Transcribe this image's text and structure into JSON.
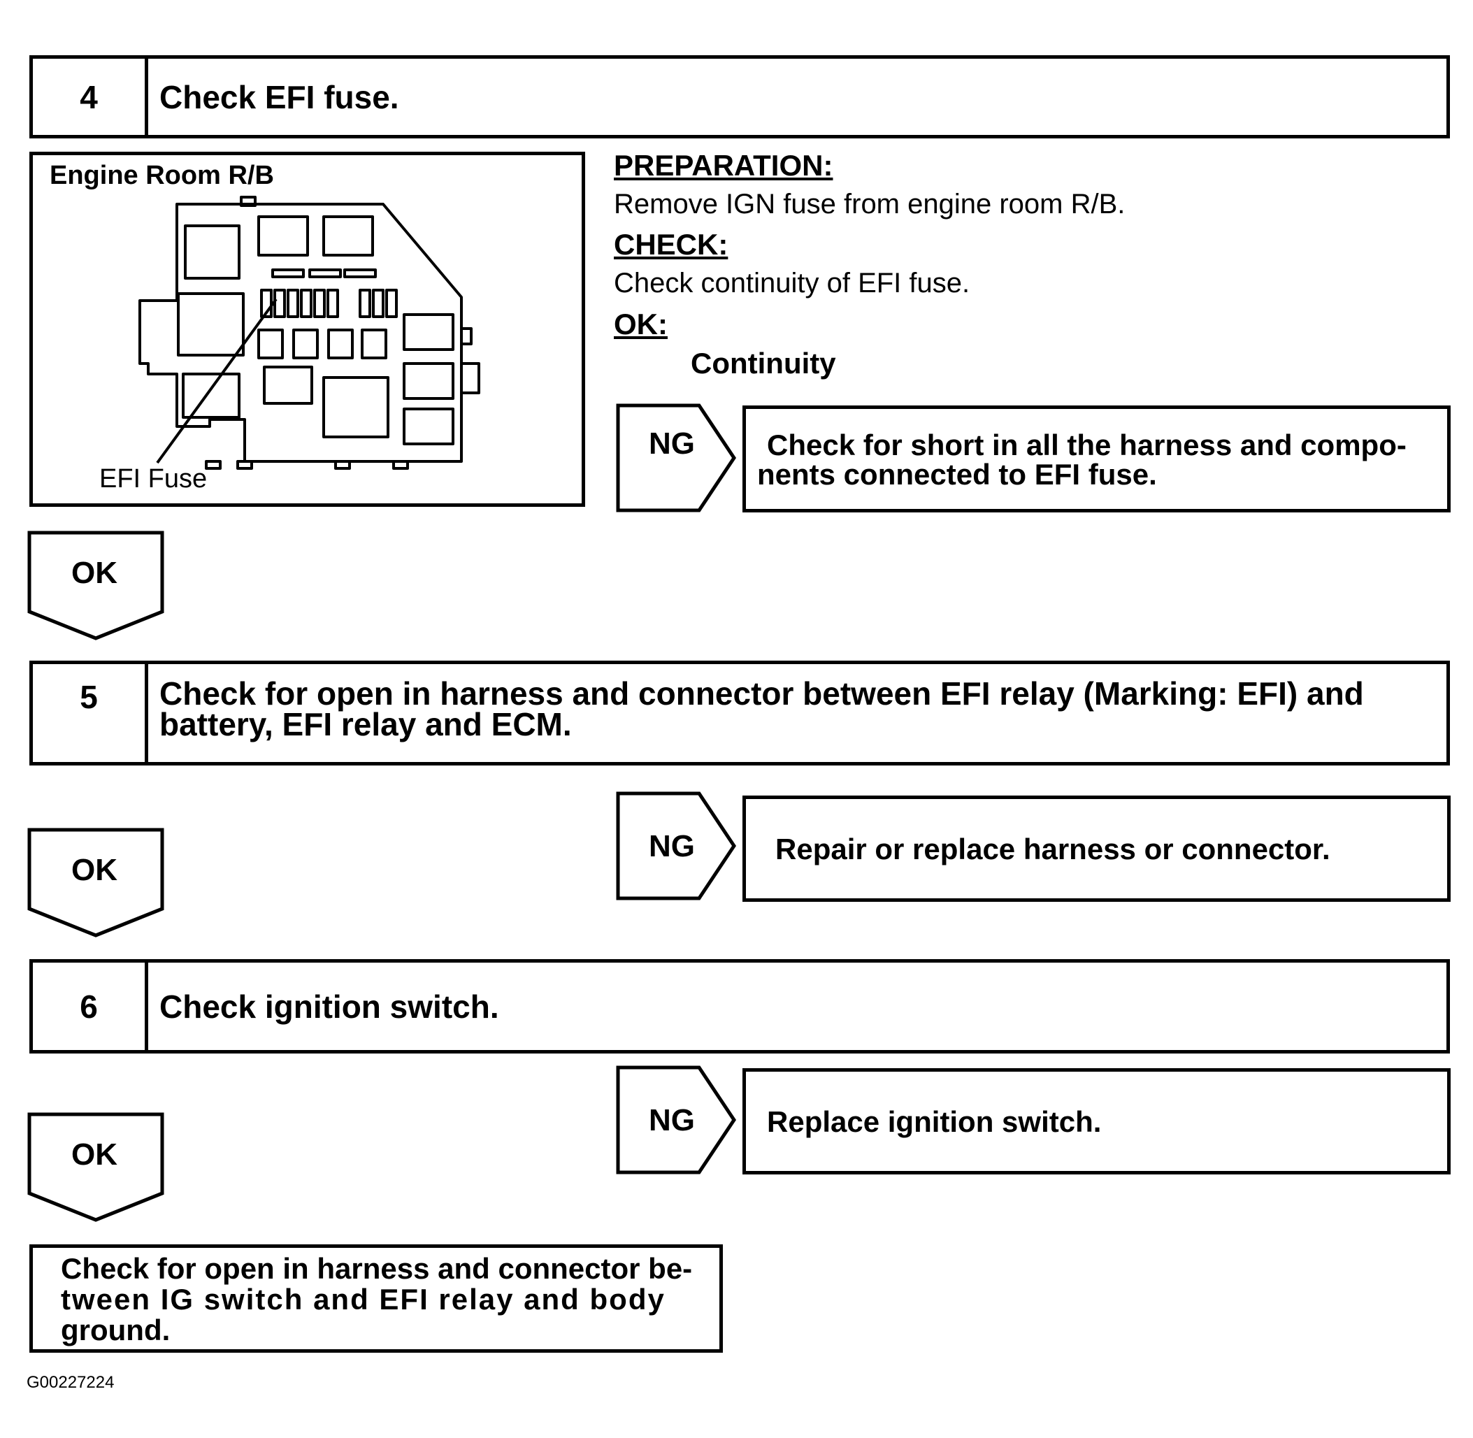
{
  "steps": [
    {
      "number": "4",
      "title": "Check EFI fuse."
    },
    {
      "number": "5",
      "title_line1": "Check for open in harness and connector between EFI relay (Marking: EFI) and",
      "title_line2": "battery, EFI relay and ECM."
    },
    {
      "number": "6",
      "title": "Check ignition switch."
    }
  ],
  "figure": {
    "title": "Engine Room R/B",
    "callout": "EFI Fuse"
  },
  "procedure": {
    "preparation_heading": "PREPARATION:",
    "preparation_text": "Remove IGN fuse from engine room R/B.",
    "check_heading": "CHECK:",
    "check_text": "Check continuity of EFI fuse.",
    "ok_heading": "OK:",
    "ok_value": "Continuity"
  },
  "branches": {
    "ng_label": "NG",
    "ok_label": "OK",
    "ng_4_line1": "Check for short in all the harness and compo-",
    "ng_4_line2": "nents connected to EFI fuse.",
    "ng_5": "Repair or replace harness or connector.",
    "ng_6": "Replace ignition switch."
  },
  "final": {
    "line1": "Check for open in harness and connector be-",
    "line2": "tween IG switch and EFI relay and body",
    "line3": "ground."
  },
  "figure_id": "G00227224"
}
